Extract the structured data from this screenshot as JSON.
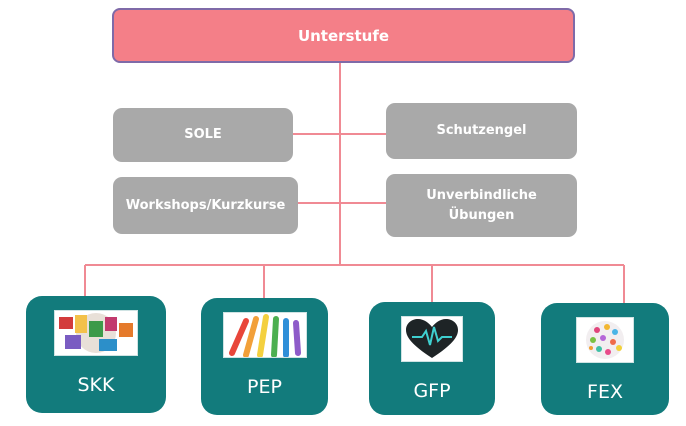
{
  "top": {
    "label": "Unterstufe"
  },
  "middle": {
    "left": [
      "SOLE",
      "Workshops/Kurzkurse"
    ],
    "right": [
      "Schutzengel",
      "Unverbindliche Übungen"
    ]
  },
  "bottom": [
    {
      "label": "SKK",
      "icon": "globe-collage-icon"
    },
    {
      "label": "PEP",
      "icon": "raised-hands-icon"
    },
    {
      "label": "GFP",
      "icon": "heart-heartbeat-icon"
    },
    {
      "label": "FEX",
      "icon": "colorful-sphere-icon"
    }
  ],
  "colors": {
    "top": "#f47f88",
    "top_border": "#7f6aa8",
    "grey": "#a9a9a9",
    "teal": "#127b7c",
    "connector": "#f08a94"
  }
}
